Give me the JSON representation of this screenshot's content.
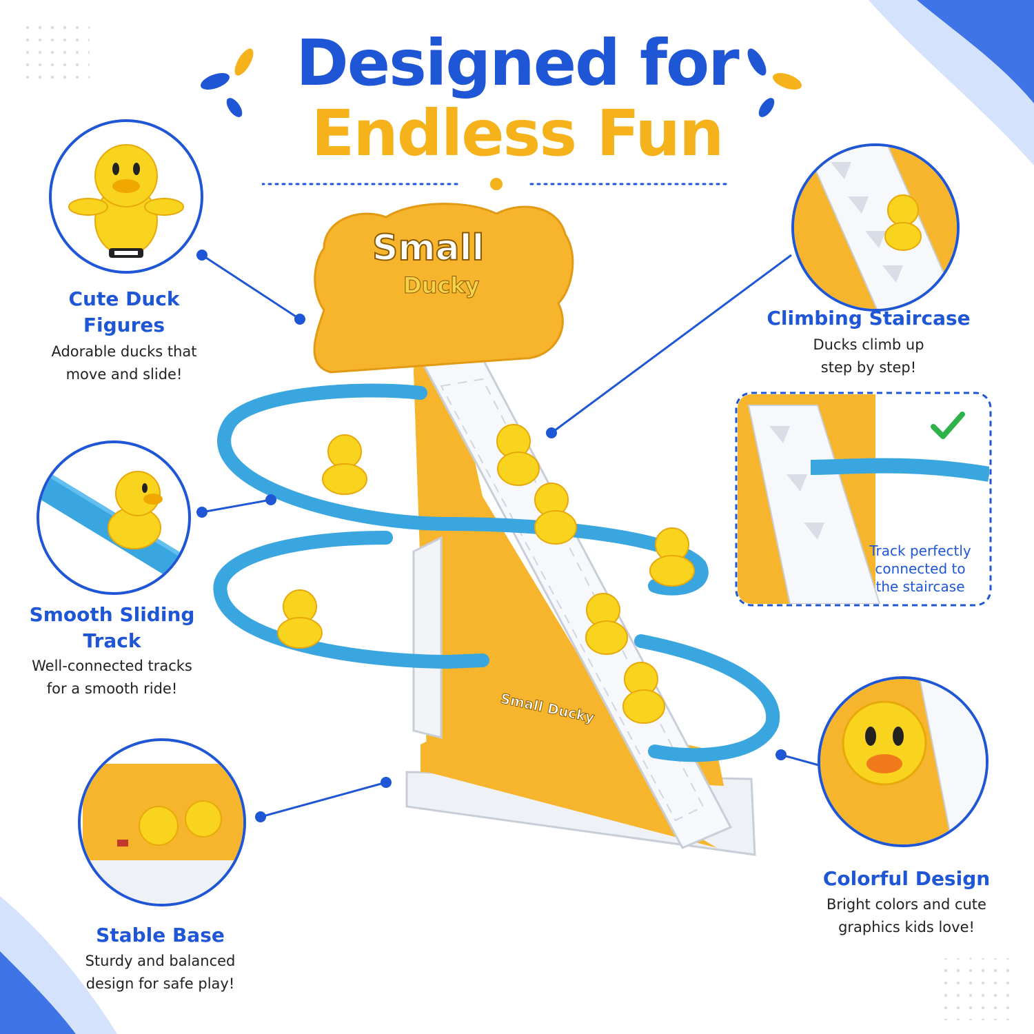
{
  "headline": {
    "line1": "Designed for",
    "line2": "Endless Fun"
  },
  "product_label": {
    "word1": "Small",
    "word2": "Ducky",
    "base_text": "Small Ducky"
  },
  "features": [
    {
      "title": "Cute Duck Figures",
      "description": "Adorable ducks that move and slide!"
    },
    {
      "title": "Smooth Sliding Track",
      "description": "Well-connected tracks for a smooth ride!"
    },
    {
      "title": "Stable Base",
      "description": "Sturdy and balanced design for safe play!"
    },
    {
      "title": "Climbing Staircase",
      "description": "Ducks climb up step by step!"
    },
    {
      "title": "Colorful Design",
      "description": "Bright colors and cute graphics kids love!"
    }
  ],
  "callout_note": "Track perfectly connected to the staircase",
  "icons": {
    "check": "check-icon",
    "drops": "splash-drops-icon"
  },
  "colors": {
    "brand_blue": "#1f56d6",
    "accent_yellow": "#f5b21a",
    "track_blue": "#3aa6e0",
    "duck_yellow": "#f8d41e",
    "panel_orange": "#f6b52c",
    "check_green": "#2fb24a"
  }
}
